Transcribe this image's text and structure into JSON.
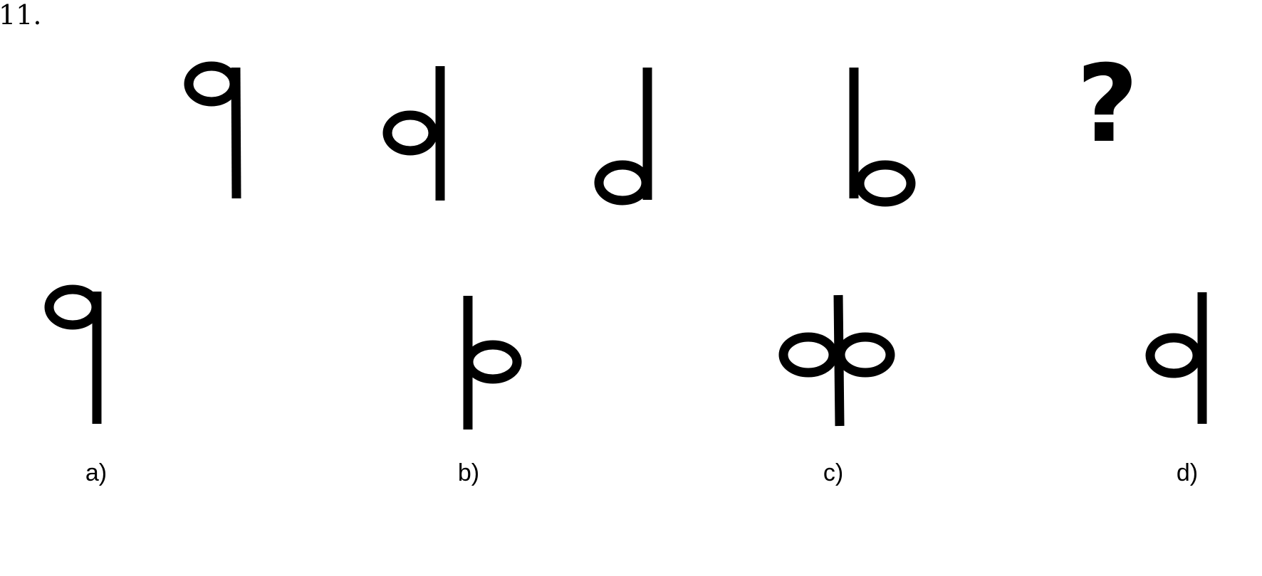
{
  "question": {
    "number": "11."
  },
  "sequence": {
    "figures": [
      "q-shape",
      "mirrored-q-shape",
      "d-shape",
      "b-shape"
    ],
    "missing_marker": "?"
  },
  "options": [
    {
      "label": "a)",
      "figure": "q-shape"
    },
    {
      "label": "b)",
      "figure": "b-shape-mid"
    },
    {
      "label": "c)",
      "figure": "double-loop"
    },
    {
      "label": "d)",
      "figure": "mirrored-q-shape"
    }
  ]
}
